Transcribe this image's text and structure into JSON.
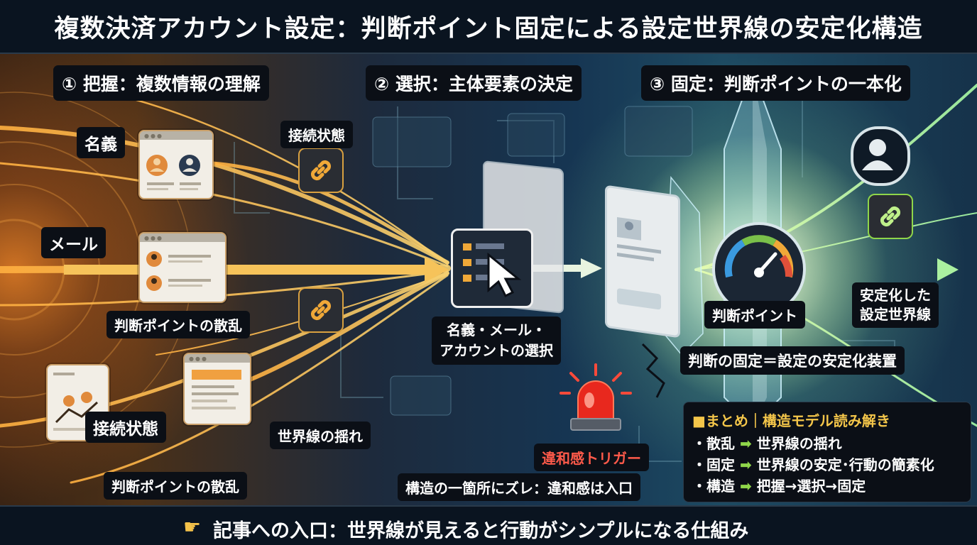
{
  "title": "複数決済アカウント設定：判断ポイント固定による設定世界線の安定化構造",
  "steps": [
    {
      "label": "① 把握：複数情報の理解"
    },
    {
      "label": "② 選択：主体要素の決定"
    },
    {
      "label": "③ 固定：判断ポイントの一本化"
    }
  ],
  "left": {
    "name_label": "名義",
    "mail_label": "メール",
    "conn_top": "接続状態",
    "conn_bottom": "接続状態",
    "scatter_mid": "判断ポイントの散乱",
    "scatter_bottom": "判断ポイントの散乱",
    "worldline_wobble": "世界線の揺れ"
  },
  "middle": {
    "selection_caption_line1": "名義・メール・",
    "selection_caption_line2": "アカウントの選択",
    "alert_label": "違和感トリガー",
    "gap_label": "構造の一箇所にズレ：違和感は入口"
  },
  "right": {
    "judgment_point": "判断ポイント",
    "stable_line1": "安定化した",
    "stable_line2": "設定世界線",
    "fixed_device": "判断の固定＝設定の安定化装置"
  },
  "summary": {
    "heading": "■まとめ｜構造モデル読み解き",
    "rows": [
      {
        "bullet": "・",
        "from": "散乱",
        "to": "世界線の揺れ"
      },
      {
        "bullet": "・",
        "from": "固定",
        "to": "世界線の安定･行動の簡素化"
      },
      {
        "bullet": "・",
        "from": "構造",
        "to": "把握→選択→固定"
      }
    ]
  },
  "footer": {
    "text": "記事への入口：世界線が見えると行動がシンプルになる仕組み"
  },
  "icons": {
    "arrow": "right-arrow-icon",
    "hand": "pointing-hand-icon",
    "link": "chain-link-icon",
    "user": "user-avatar-icon",
    "gauge": "speedometer-gauge-icon",
    "cursor": "mouse-cursor-icon",
    "siren": "red-siren-icon"
  },
  "colors": {
    "accent_orange": "#f0a838",
    "accent_green": "#8fd64a",
    "accent_yellow": "#f4c64a",
    "alert_red": "#ff5a4a",
    "panel_dark": "#0b0f16"
  }
}
